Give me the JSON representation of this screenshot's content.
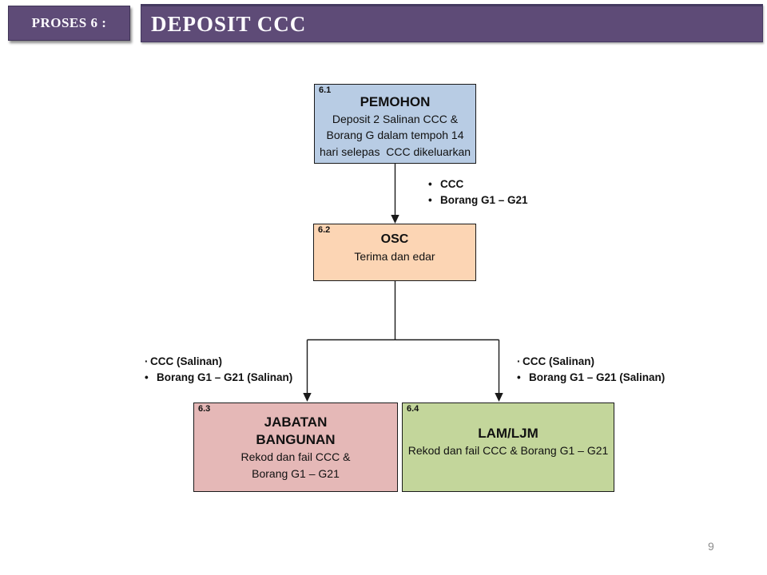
{
  "header": {
    "process_label": "PROSES 6  :",
    "title": "DEPOSIT CCC"
  },
  "colors": {
    "header_purple": "#5e4b77",
    "node_pemohon_blue": "#b8cce4",
    "node_osc_peach": "#fcd5b4",
    "node_jabatan_pink": "#e5b8b7",
    "node_lam_green": "#c3d69b",
    "line_black": "#1a1a1a",
    "page_number_gray": "#8c8c8c"
  },
  "nodes": {
    "n61": {
      "tag": "6.1",
      "title": "PEMOHON",
      "body": "Deposit 2 Salinan CCC &\nBorang G dalam tempoh 14\nhari selepas  CCC dikeluarkan",
      "bg": "#b8cce4"
    },
    "n62": {
      "tag": "6.2",
      "title": "OSC",
      "body": "Terima dan edar",
      "bg": "#fcd5b4"
    },
    "n63": {
      "tag": "6.3",
      "title": "JABATAN\nBANGUNAN",
      "body": "Rekod dan fail CCC &\nBorang G1 – G21",
      "bg": "#e5b8b7"
    },
    "n64": {
      "tag": "6.4",
      "title": "LAM/LJM",
      "body": "Rekod dan fail CCC & Borang G1 – G21",
      "bg": "#c3d69b"
    }
  },
  "annotations": {
    "mid": {
      "items": [
        {
          "marker": "•",
          "text": "CCC"
        },
        {
          "marker": "•",
          "text": "Borang G1 – G21"
        }
      ]
    },
    "left": {
      "items": [
        {
          "marker": "·",
          "text": "CCC (Salinan)"
        },
        {
          "marker": "•",
          "text": "Borang G1 – G21 (Salinan)"
        }
      ]
    },
    "right": {
      "items": [
        {
          "marker": "·",
          "text": "CCC (Salinan)"
        },
        {
          "marker": "•",
          "text": "Borang G1 – G21 (Salinan)"
        }
      ]
    }
  },
  "page_number": "9"
}
